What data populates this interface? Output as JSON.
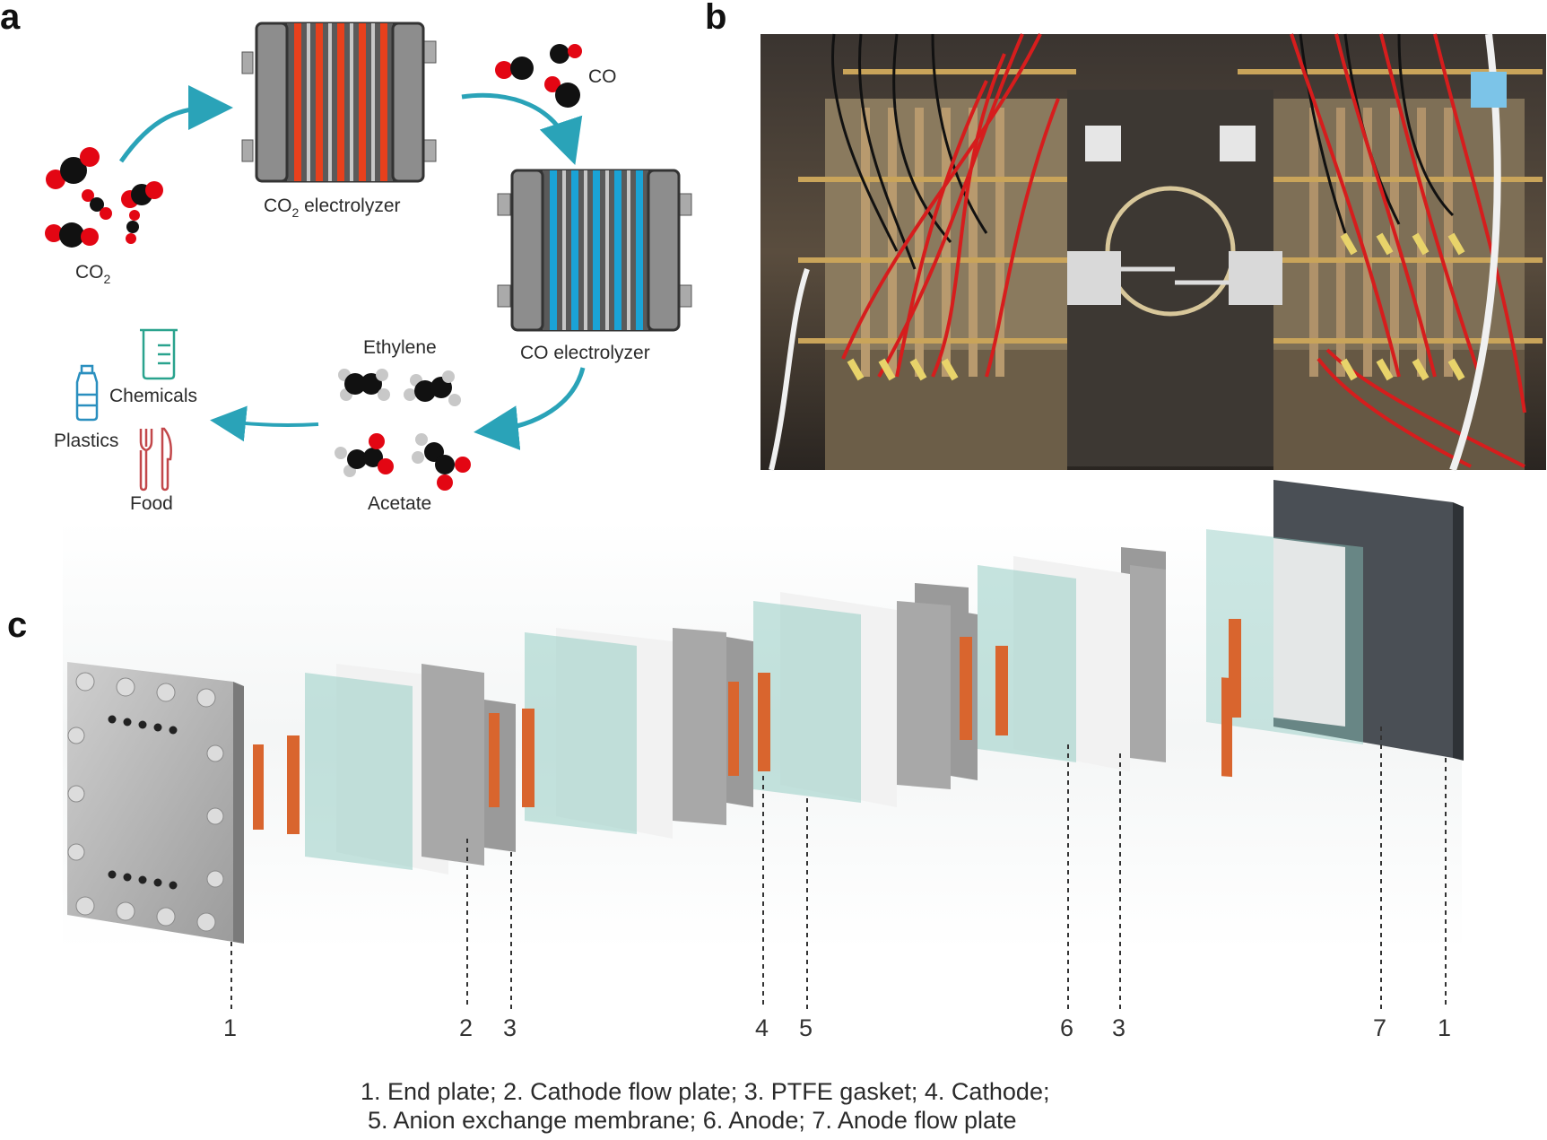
{
  "panels": {
    "a": "a",
    "b": "b",
    "c": "c"
  },
  "panel_a": {
    "co2_label": {
      "main": "CO",
      "sub": "2"
    },
    "co2_electrolyzer_label": {
      "main": "CO",
      "sub": "2",
      "rest": " electrolyzer"
    },
    "co_label": "CO",
    "co_electrolyzer_label": "CO electrolyzer",
    "ethylene_label": "Ethylene",
    "acetate_label": "Acetate",
    "chemicals_label": "Chemicals",
    "plastics_label": "Plastics",
    "food_label": "Food",
    "colors": {
      "co2_stripes": "#e8401c",
      "co_stripes": "#1aa3d6",
      "arrow": "#2aa3b8",
      "oxygen": "#e30613",
      "carbon": "#111111",
      "hydrogen": "#c8c8c8"
    }
  },
  "panel_c": {
    "part_numbers": [
      "1",
      "2",
      "3",
      "4",
      "5",
      "6",
      "3",
      "7",
      "1"
    ],
    "legend_line1": "1. End plate; 2. Cathode flow plate; 3. PTFE gasket; 4. Cathode;",
    "legend_line2": "5. Anion exchange membrane; 6. Anode; 7. Anode flow plate",
    "colors": {
      "cathode": "#d9652e",
      "membrane": "#8ec9c0",
      "gasket": "#f2f2f2",
      "flow_plate": "#9a9a9a",
      "end_plate": "#b9b9b9",
      "anode_end_plate": "#4a4f55"
    }
  }
}
